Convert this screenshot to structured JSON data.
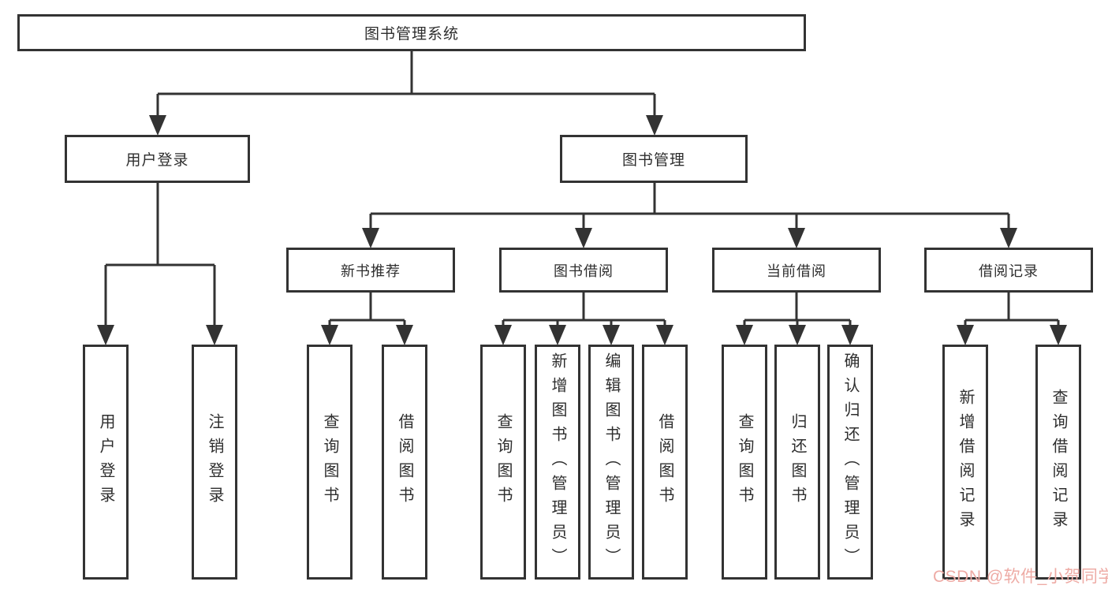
{
  "nodes": {
    "root": {
      "label": "图书管理系统"
    },
    "user_login": {
      "label": "用户登录"
    },
    "book_management": {
      "label": "图书管理"
    },
    "new_book_recommend": {
      "label": "新书推荐"
    },
    "book_borrow": {
      "label": "图书借阅"
    },
    "current_borrow": {
      "label": "当前借阅"
    },
    "borrow_record": {
      "label": "借阅记录"
    },
    "leaf_user_login": {
      "label": "用户登录"
    },
    "leaf_logout": {
      "label": "注销登录"
    },
    "leaf_query_book_1": {
      "label": "查询图书"
    },
    "leaf_borrow_book_1": {
      "label": "借阅图书"
    },
    "leaf_query_book_2": {
      "label": "查询图书"
    },
    "leaf_add_book_admin": {
      "label": "新增图书（管理员）"
    },
    "leaf_edit_book_admin": {
      "label": "编辑图书（管理员）"
    },
    "leaf_borrow_book_2": {
      "label": "借阅图书"
    },
    "leaf_query_book_3": {
      "label": "查询图书"
    },
    "leaf_return_book": {
      "label": "归还图书"
    },
    "leaf_confirm_return_admin": {
      "label": "确认归还（管理员）"
    },
    "leaf_add_borrow_record": {
      "label": "新增借阅记录"
    },
    "leaf_query_borrow_record": {
      "label": "查询借阅记录"
    }
  },
  "colors": {
    "line": "#333333",
    "text": "#2e2e2e",
    "background": "#ffffff",
    "watermark": "#eeaba5"
  },
  "watermark": {
    "text": "CSDN @软件_小贺同学"
  }
}
